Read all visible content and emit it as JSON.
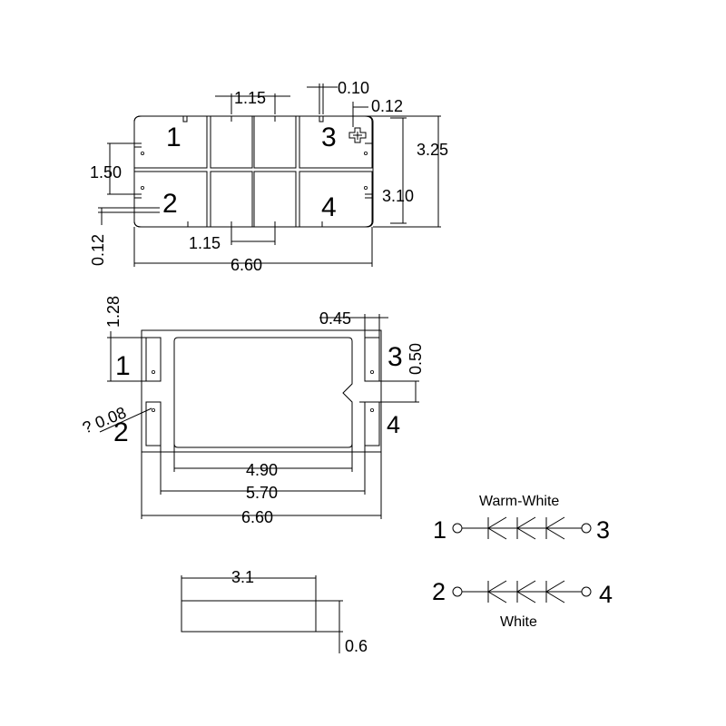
{
  "top_view": {
    "dim_pad_gap": "1.15",
    "dim_slot_width": "0.10",
    "dim_slot_offset": "0.12",
    "dim_pad_pitch": "1.50",
    "dim_edge_gap": "0.12",
    "dim_total_height": "3.25",
    "dim_inner_height": "3.10",
    "dim_bottom_gap": "1.15",
    "dim_total_width": "6.60",
    "pin_1": "1",
    "pin_2": "2",
    "pin_3": "3",
    "pin_4": "4"
  },
  "bottom_view": {
    "dim_pad_height": "1.28",
    "dim_pad_width": "0.45",
    "dim_pad_gap": "0.50",
    "dim_hole": "? 0.08",
    "dim_inner_width": "4.90",
    "dim_mid_width": "5.70",
    "dim_total_width": "6.60",
    "pin_1": "1",
    "pin_2": "2",
    "pin_3": "3",
    "pin_4": "4"
  },
  "side_view": {
    "dim_width": "3.1",
    "dim_height": "0.6"
  },
  "schematic": {
    "top_label": "Warm-White",
    "bottom_label": "White",
    "pin_1": "1",
    "pin_2": "2",
    "pin_3": "3",
    "pin_4": "4"
  }
}
